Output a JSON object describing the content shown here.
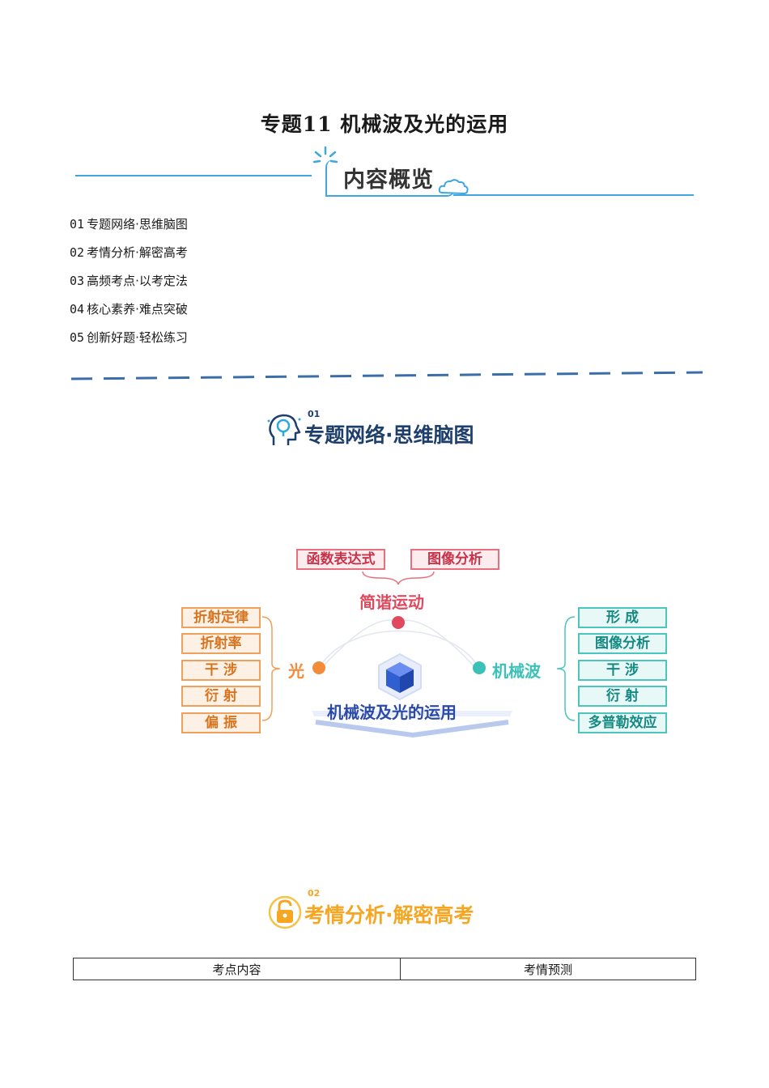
{
  "document": {
    "title": "专题11 机械波及光的运用"
  },
  "overview": {
    "banner_label": "内容概览"
  },
  "toc": [
    {
      "num": "01",
      "text": "专题网络·思维脑图"
    },
    {
      "num": "02",
      "text": "考情分析·解密高考"
    },
    {
      "num": "03",
      "text": "高频考点·以考定法"
    },
    {
      "num": "04",
      "text": "核心素养·难点突破"
    },
    {
      "num": "05",
      "text": "创新好题·轻松练习"
    }
  ],
  "section1": {
    "num": "01",
    "title": "专题网络·思维脑图"
  },
  "mindmap": {
    "center": "机械波及光的运用",
    "top": {
      "label": "简谐运动",
      "children": [
        "函数表达式",
        "图像分析"
      ]
    },
    "left": {
      "label": "光",
      "children": [
        "折射定律",
        "折射率",
        "干 涉",
        "衍 射",
        "偏 振"
      ]
    },
    "right": {
      "label": "机械波",
      "children": [
        "形 成",
        "图像分析",
        "干 涉",
        "衍 射",
        "多普勒效应"
      ]
    },
    "colors": {
      "top": "#e04a5f",
      "left": "#f28c3a",
      "right": "#3cc1b8",
      "center": "#2f5fd0"
    }
  },
  "section2": {
    "num": "02",
    "title": "考情分析·解密高考"
  },
  "table": {
    "headers": [
      "考点内容",
      "考情预测"
    ]
  }
}
